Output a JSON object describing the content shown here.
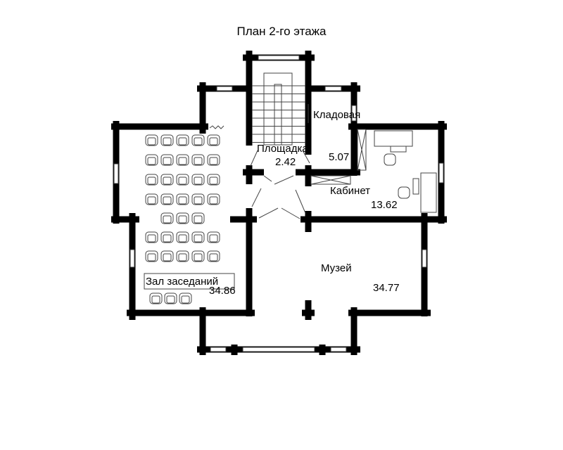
{
  "title": "План 2-го этажа",
  "rooms": [
    {
      "name": "Кладовая",
      "area": "5.07"
    },
    {
      "name": "Площадка",
      "area": "2.42"
    },
    {
      "name": "Кабинет",
      "area": "13.62"
    },
    {
      "name": "Зал заседаний",
      "area": "34.86"
    },
    {
      "name": "Музей",
      "area": "34.77"
    }
  ],
  "colors": {
    "wall": "#000000",
    "background": "#ffffff"
  }
}
